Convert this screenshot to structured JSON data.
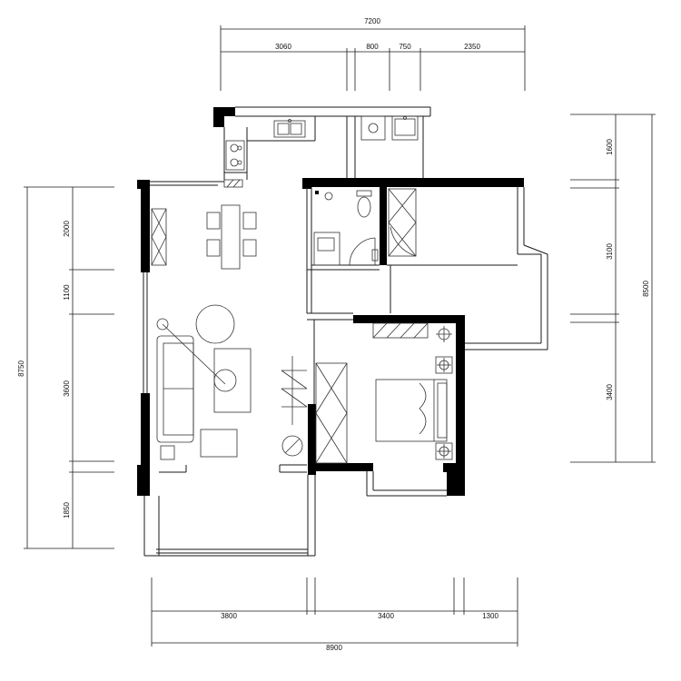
{
  "dimensions": {
    "top_total": "7200",
    "top_segments": [
      "3060",
      "800",
      "750",
      "2350"
    ],
    "bottom_total": "8900",
    "bottom_segments": [
      "3800",
      "3400",
      "1300"
    ],
    "left_total": "8750",
    "left_segments": [
      "2000",
      "1100",
      "3600",
      "1850"
    ],
    "right_total": "8500",
    "right_segments": [
      "1600",
      "3100",
      "3400"
    ]
  },
  "colors": {
    "wall": "#000000",
    "line": "#1a1a1a",
    "furniture": "#333333",
    "background": "#ffffff"
  }
}
